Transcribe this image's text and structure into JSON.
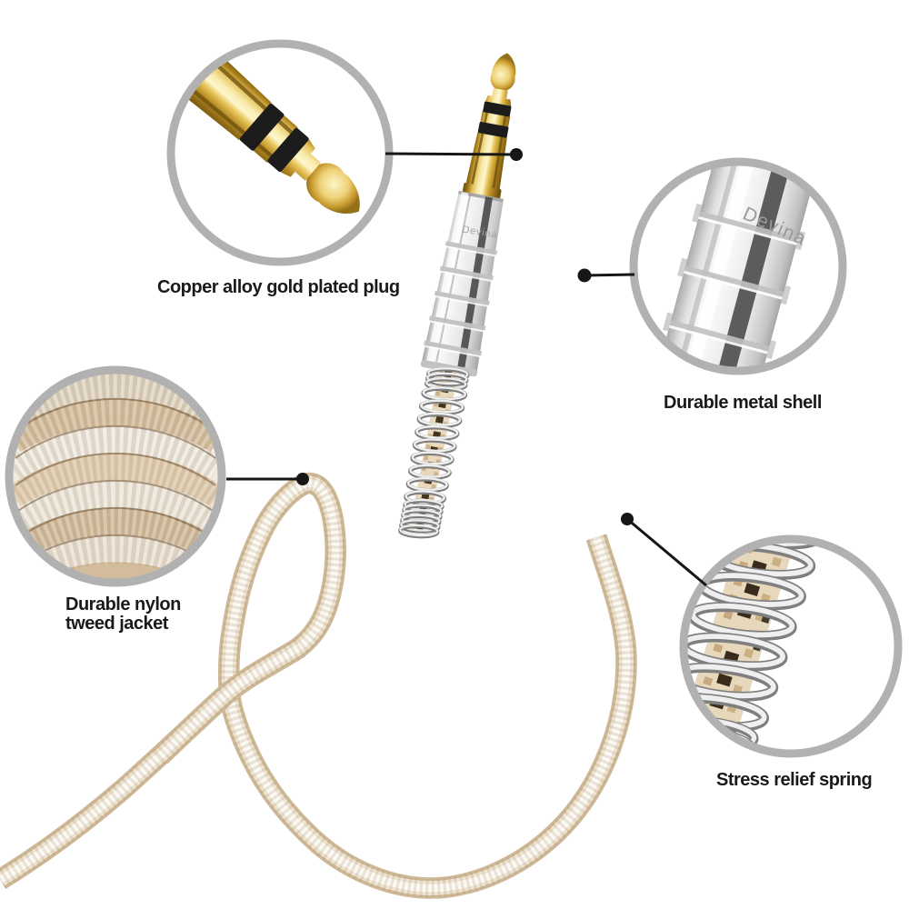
{
  "product_figure": {
    "brand_text": "Devina",
    "background_color": "#ffffff",
    "annotation_ring_color": "#b1b1b1",
    "annotation_line_color": "#161616",
    "label_text_color": "#1a1a1a",
    "brand_text_color_main": "#a5a3a1",
    "brand_text_color_zoom": "#9a9a9a",
    "gold_color": "#d9b24a",
    "black_ring_color": "#1c1c1c",
    "metal_shell_color": "#ececec",
    "shell_dark_stripe_color": "#3f3f3f",
    "spring_wire_color": "#8d8d8d",
    "cable_jacket_color": "#e9ddc6",
    "cable_edge_color": "#cdb897",
    "callouts": [
      {
        "id": "gold-plug",
        "label": "Copper alloy gold plated plug"
      },
      {
        "id": "metal-shell",
        "label": "Durable metal shell"
      },
      {
        "id": "tweed-jacket",
        "label_lines": [
          "Durable nylon",
          "tweed jacket"
        ]
      },
      {
        "id": "stress-spring",
        "label": "Stress relief spring"
      }
    ]
  }
}
